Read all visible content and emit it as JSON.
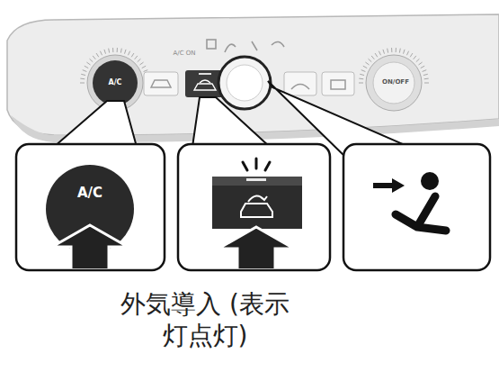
{
  "diagram": {
    "caption": "外気導入 (表示灯点灯)",
    "labels": [
      "A/C ON",
      "A/C",
      "ON/OFF",
      "A/C"
    ]
  }
}
